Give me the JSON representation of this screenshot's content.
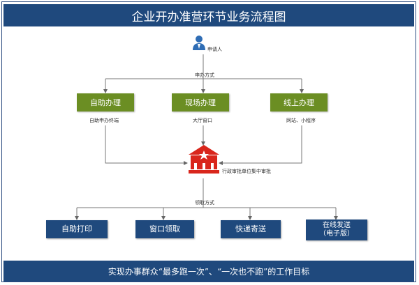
{
  "title": "企业开办准营环节业务流程图",
  "applicant": {
    "label": "申请人",
    "icon": "person-icon"
  },
  "apply_method_label": "申办方式",
  "apply_channels": [
    {
      "label": "自助办理",
      "sub": "自助申办终端"
    },
    {
      "label": "现场办理",
      "sub": "大厅窗口"
    },
    {
      "label": "线上办理",
      "sub": "网站、小程序"
    }
  ],
  "approval": {
    "label": "行政审批单位集中审批",
    "icon": "government-building-icon"
  },
  "receive_method_label": "领取方式",
  "receive_channels": [
    {
      "label": "自助打印"
    },
    {
      "label": "窗口领取"
    },
    {
      "label": "快递寄送"
    },
    {
      "label_line1": "在线发送",
      "label_line2": "（电子版）"
    }
  ],
  "footer": "实现办事群众“最多跑一次”、“一次也不跑”的工作目标",
  "colors": {
    "header_bg": "#1f497d",
    "green_box": "#6b8e23",
    "blue_box": "#1f497d",
    "building_red": "#d9261c",
    "person_blue": "#2f6db5"
  }
}
